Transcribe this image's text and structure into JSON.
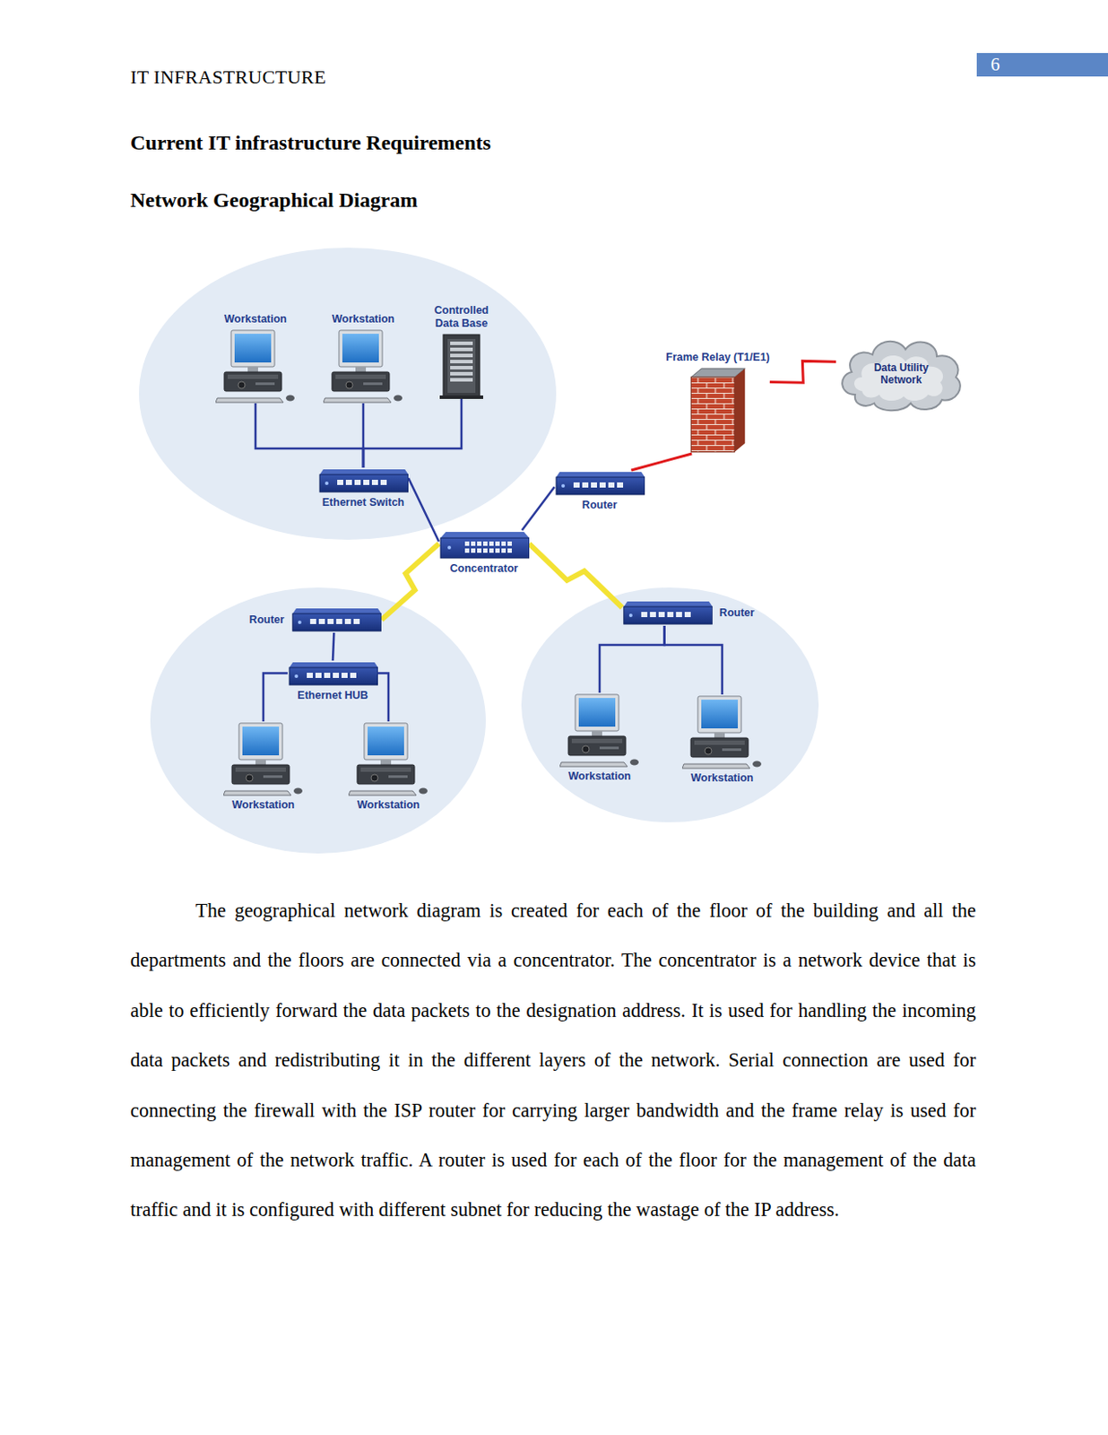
{
  "diagram": {
    "title": "Current IT infrastructure Requirements",
    "nodes": [
      {
        "text": [
          "Workstation"
        ]
      },
      {
        "text": [
          "Workstation"
        ]
      },
      {
        "text": [
          "Controlled Data Base"
        ]
      },
      {
        "text": [
          "Frame Relay (T1/E1)"
        ]
      },
      {
        "text": [
          "Data Utility Network"
        ]
      },
      {
        "text": [
          "Ethernet Switch"
        ]
      },
      {
        "text": [
          "Router"
        ]
      },
      {
        "text": [
          "Concentrator"
        ]
      },
      {
        "text": [
          "Router"
        ]
      },
      {
        "text": [
          "Router"
        ]
      },
      {
        "text": [
          "Ethernet HUB"
        ]
      },
      {
        "text": [
          "Workstation"
        ]
      },
      {
        "text": [
          "Workstation"
        ]
      },
      {
        "text": [
          "Workstation"
        ]
      },
      {
        "text": [
          "Workstation"
        ]
      }
    ],
    "edges": [
      {
        "from": 0,
        "to": 5,
        "arrow": "none"
      },
      {
        "from": 1,
        "to": 5,
        "arrow": "none"
      },
      {
        "from": 2,
        "to": 5,
        "arrow": "none"
      },
      {
        "from": 5,
        "to": 7,
        "arrow": "none"
      },
      {
        "from": 7,
        "to": 6,
        "arrow": "none"
      },
      {
        "from": 6,
        "to": 3,
        "arrow": "none"
      },
      {
        "from": 3,
        "to": 4,
        "arrow": "none"
      },
      {
        "from": 7,
        "to": 8,
        "arrow": "none"
      },
      {
        "from": 7,
        "to": 9,
        "arrow": "none"
      },
      {
        "from": 8,
        "to": 10,
        "arrow": "none"
      },
      {
        "from": 10,
        "to": 11,
        "arrow": "none"
      },
      {
        "from": 10,
        "to": 12,
        "arrow": "none"
      },
      {
        "from": 9,
        "to": 13,
        "arrow": "none"
      },
      {
        "from": 9,
        "to": 14,
        "arrow": "none"
      }
    ],
    "labels": [
      "IT INFRASTRUCTURE",
      "6",
      "Network Geographical Diagram",
      "The geographical network diagram is created for each of the floor of the building and all the departments and the floors are connected via a concentrator. The concentrator is a network device that is able to efficiently forward the data packets to the designation address. It is used for handling the incoming data packets and redistributing it in the different layers of the network. Serial connection are used for connecting the firewall with the ISP router for carrying larger bandwidth and the frame relay is used for management of the network traffic. A router is used for each of the floor for the management of the data traffic and it is configured with different subnet for reducing the wastage of the IP address."
    ]
  }
}
